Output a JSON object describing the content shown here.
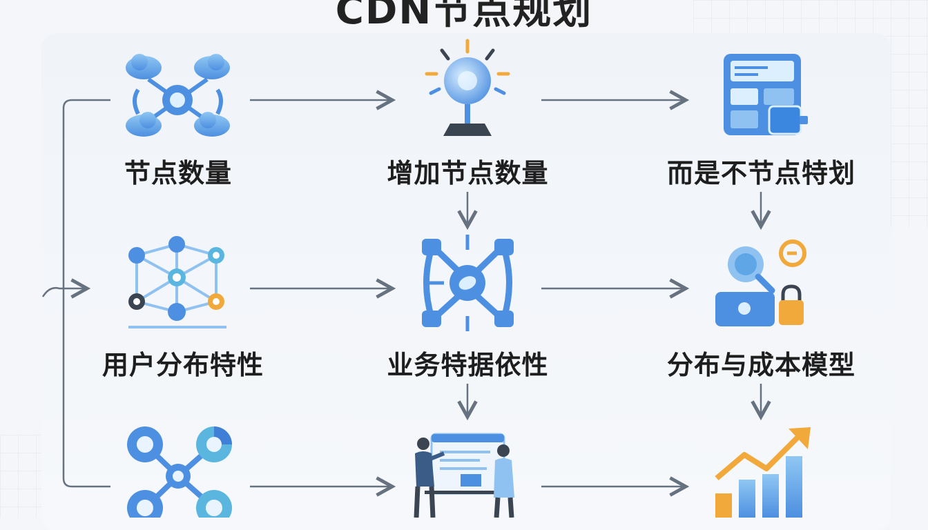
{
  "title": "CDN节点规划",
  "nodes": {
    "node_count": "节点数量",
    "increase_nodes": "增加节点数量",
    "special_planning": "而是不节点特划",
    "user_distribution": "用户分布特性",
    "business_dependency": "业务特据依性",
    "cost_model": "分布与成本模型"
  },
  "colors": {
    "arrow": "#66727f",
    "blue": "#4d8fe0",
    "light_blue": "#8fc2f0",
    "orange": "#f2a93b",
    "dark": "#3b4552"
  }
}
